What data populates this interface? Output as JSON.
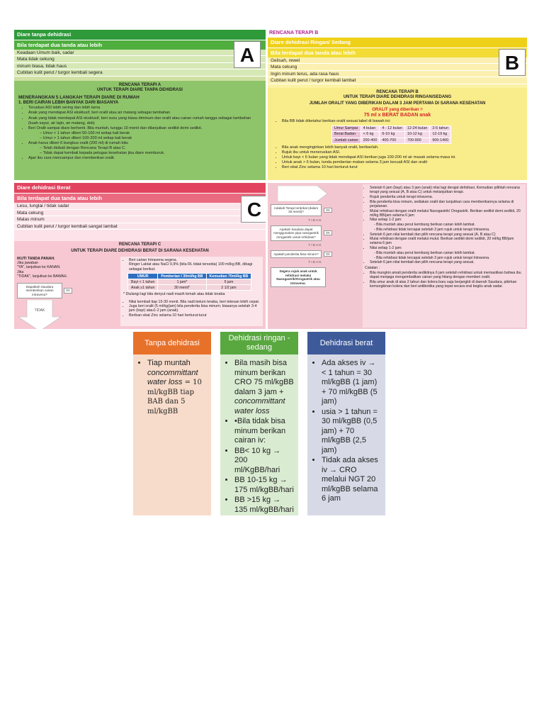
{
  "panel_a": {
    "header": "Diare tanpa dehidrasi",
    "subheader": "Bila terdapat dua tanda atau lebih",
    "letter": "A",
    "signs": [
      "Keadaan Umum baik, sadar",
      "Mata tidak cekung",
      "minum biasa, tidak haus",
      "Cubitan kulit perut / turgor kembali segera"
    ],
    "plan_title_1": "RENCANA TERAPI A",
    "plan_title_2": "UNTUK TERAPI DIARE TANPA DEHIDRASI",
    "plan_subtitle": "MENERANGKAN 5 LANGKAH TERAPI DIARE DI RUMAH",
    "step_1": "1.  BERI CAIRAN LEBIH BANYAK DARI BIASANYA",
    "items": [
      "Teruskan ASI lebih sering dan lebih lama",
      "Anak yang mendapat ASI eksklusif, beri oralit atau air matang sebagai tambahan",
      "Anak yang tidak mendapat ASI eksklusif, beri susu yang biasa diminum dan oralit atau cairan rumah tangga sebagai tambahan (kuah sayur, air tajin, air matang, dsb)",
      "Beri Oralit sampai diare berhenti. Bila muntah, tunggu 10 menit dan dilanjutkan sedikit demi sedikit."
    ],
    "sub_items_1": [
      "Umur < 1 tahun diberi 50-100 ml setiap kali berak",
      "Umur > 1 tahun diberi 100-200 ml setiap kali berak"
    ],
    "item_5": "Anak harus diberi 6 bungkus oralit (200 ml) di rumah bila:",
    "sub_items_2": [
      "Telah diobati dengan Rencana Terapi B atau C.",
      "Tidak dapat kembali kepada petugas kesehatan jika diare memburuk."
    ],
    "item_6": "Ajari ibu cara mencampur dan memberikan oralit."
  },
  "panel_b": {
    "top_label": "RENCANA TERAPI B",
    "header": "Diare dehidrasi Ringan/ Sedang",
    "subheader": "Bila terdapat dua tanda atau lebih",
    "letter": "B",
    "signs": [
      "Gelisah, rewel",
      "Mata cekung",
      "Ingin minum terus, ada rasa haus",
      "Cubitan kulit perut / turgor kembali lambat"
    ],
    "plan_title_1": "RENCANA TERAPI B",
    "plan_title_2": "UNTUK TERAPI DIARE DEHIDRASI RINGAN/SEDANG",
    "plan_subtitle": "JUMLAH ORALIT YANG DIBERIKAN DALAM 3 JAM PERTAMA DI SARANA KESEHATAN",
    "callout_1": "ORALIT yang diberikan =",
    "callout_2": "75 ml x BERAT BADAN anak",
    "table_note": "Bila BB tidak diketahui berikan oralit sesuai tabel di bawah ini:",
    "table": {
      "rows": [
        [
          "Umur Sampai",
          "4 bulan",
          "4 - 12 bulan",
          "12-24 bulan",
          "2-5 tahun"
        ],
        [
          "Berat Badan",
          "< 6 kg",
          "6-10 kg",
          "10-12 kg",
          "12-19 kg"
        ],
        [
          "Jumlah cairan",
          "200-400",
          "400-700",
          "700-900",
          "900-1400"
        ]
      ]
    },
    "items": [
      "Bila anak menginginkan lebih banyak oralit, berikanlah.",
      "Bujuk ibu untuk meneruskan ASI.",
      "Untuk bayi < 6 bulan yang tidak mendapat ASI berikan juga 100-200 ml air masak selama masa ini.",
      "Untuk anak > 6 bulan, tunda pemberian makan selama 3 jam kecuali ASI dan oralit",
      "Beri obat Zinc selama 10 hari berturut-turut"
    ]
  },
  "panel_c": {
    "header": "Diare dehidrasi Berat",
    "subheader": "Bila terdapat dua tanda atau lebih",
    "letter": "C",
    "signs": [
      "Lesu, lunglai / tidak sadar",
      "Mata cekung",
      "Malas minum",
      "Cubitan kulit perut / turgor kembali sangat lambat"
    ],
    "plan_title_1": "RENCANA TERAPI C",
    "plan_title_2": "UNTUK TERAPI DIARE DEHIDRASI BERAT DI SARANA KESEHATAN",
    "follow_1": "IKUTI TANDA PANAH.",
    "follow_2": "Jika jawaban",
    "follow_3": "\"YA\", lanjutkan ke KANAN.",
    "follow_4": "Jika",
    "follow_5": "\"TIDAK\", lanjutkan ke BAWAH.",
    "question": "Dapatkah Saudara memberikan cairan intravena?",
    "ya": "YA",
    "tidak": "TIDAK",
    "iv_1": "Beri cairan Intravena segera.",
    "iv_2": "Ringer Laktat atau NaCl 0,9% (bila RL tidak tersedia) 100 ml/kg BB, dibagi sebagai berikut:",
    "iv_table": {
      "head": [
        "UMUR",
        "Pemberian I 30ml/kg BB",
        "Kemudian 70ml/kg BB"
      ],
      "rows": [
        [
          "Bayi < 1 tahun",
          "1 jam*",
          "5 jam"
        ],
        [
          "Anak ≥1 tahun",
          "30 menit*",
          "2 1/2 jam"
        ]
      ]
    },
    "iv_note": "* Diulangi lagi bila denyut nadi masih lemah atau tidak teraba",
    "iv_items": [
      "Nilai kembali tiap 15-30  menit. Bila nadi belum teraba, beri tetesan lebih cepat.",
      "Juga beri oralit (5 ml/kg/jam) bila penderita bisa minum; biasanya setelah 3-4 jam (bayi) atau1-2 jam (anak).",
      "Berikan obat Zinc selama 10 hari berturut-turut"
    ]
  },
  "panel_b2": {
    "q1": "Adakah Terapi terdekat (dalam 30 menit)?",
    "q2": "Apakah Saudara dapat menggunakan pipa nasogastrik /orogastrik untuk rehidrasi?",
    "q3": "Apakah penderita bisa minum?",
    "final": "Segera rujuk anak untuk rehidrasi melalui Nasogastrik/Orogastrik atau Intravena.",
    "ya": "YA",
    "tidak": "TIDAK",
    "items": [
      "Setelah 6 jam (bayi) atau 3 jam (anak) nilai lagi derajat dehidrasi. Kemudian pilihlah rencana terapi yang sesuai (A, B atau C) untuk melanjutkan terapi.",
      "Rujuk penderita untuk terapi intravena.",
      "Bila penderita bisa minum, sediakan oralit dan tunjukkan cara memberikannya selama di perjalanan.",
      "Mulai rehidrasi dengan oralit melalui Nasogastrik/ Orogastrik. Berikan sedikit demi sedikit, 20 ml/kg BB/jam selama 6 jam",
      "Nilai setiap 1-2 jam:"
    ],
    "sub_1": [
      "Bila muntah atau perut kembung berikan cairan lebih lambat.",
      "Bila rehidrasi tidak tercapai setelah 3 jam rujuk untuk terapi Intravena."
    ],
    "item_6": "Setelah 6 jam nilai kembali dan pilih rencana terapi yang sesuai (A, B atau C)",
    "item_7": "Mulai rehidrasi dengan oralit melalui mulut. Berikan sedikit demi sedikit, 20 ml/kg BB/jam selama 6 jam",
    "item_8": "Nilai setiap 1-2 jam:",
    "sub_2": [
      "Bila muntah atau perut kembung berikan cairan lebih lambat.",
      "Bila rehidrasi tidak tercapai setelah 3 jam rujuk untuk terapi Intravena."
    ],
    "item_9": "Setelah 6 jam nilai kembali dan pilih rencana terapi yang sesuai.",
    "catatan": "Catatan :",
    "notes": [
      "Bila mungkin amati penderita sedikitnya 6 jam setelah rehidrasi untuk memastikan bahwa ibu dapat menjaga mengembalikan cairan yang hilang dengan memberi oralit.",
      "Bila umur anak di atas 2 tahun dan kolera baru saja berjangkit di daerah Saudara, pikirkan kemungkinan kolera dan beri antibiotika yang tepat secara oral begitu anak sadar."
    ]
  },
  "columns": [
    {
      "title": "Tanpa dehidrasi",
      "color": "#e8712a",
      "lines": [
        "Tiap muntah",
        "concommittant water loss",
        "= 10 ml/kgBB tiap BAB dan 5 ml/kgBB"
      ]
    },
    {
      "title": "Dehidrasi ringan - sedang",
      "color": "#58a83f",
      "items": [
        "Bila masih bisa minum berikan CRO 75 ml/kgBB dalam 3 jam +",
        "•Bila tidak bisa minum berikan cairan iv:",
        "BB< 10 kg → 200 ml/KgBB/hari",
        "BB 10-15 kg → 175 ml/kgBB/hari",
        "BB >15 kg → 135 ml/kgBB/hari"
      ],
      "italic": "concommittant water loss"
    },
    {
      "title": "Dehidrasi berat",
      "color": "#3e5a99",
      "items": [
        "Ada akses iv → < 1 tahun = 30 ml/kgBB (1 jam) + 70 ml/kgBB (5 jam)",
        "usia > 1 tahun = 30 ml/kgBB (0,5 jam) + 70 ml/kgBB (2,5 jam)",
        "Tidak ada akses iv → CRO melalui NGT 20 ml/kgBB selama 6 jam"
      ]
    }
  ]
}
